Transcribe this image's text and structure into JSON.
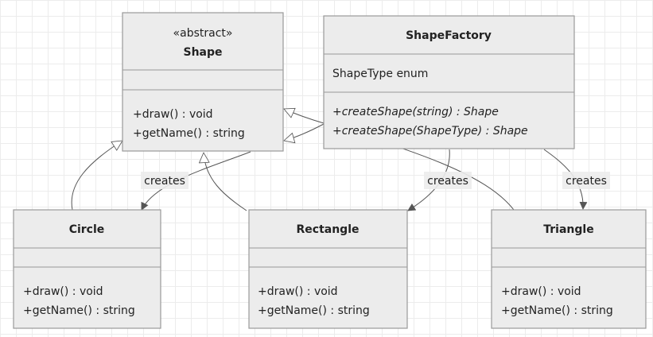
{
  "classes": {
    "shape": {
      "stereotype": "«abstract»",
      "name": "Shape",
      "methods": [
        "+draw() : void",
        "+getName() : string"
      ]
    },
    "factory": {
      "name": "ShapeFactory",
      "attributes": [
        "ShapeType enum"
      ],
      "methods": [
        "+createShape(string) : Shape",
        "+createShape(ShapeType) : Shape"
      ]
    },
    "circle": {
      "name": "Circle",
      "methods": [
        "+draw() : void",
        "+getName() : string"
      ]
    },
    "rectangle": {
      "name": "Rectangle",
      "methods": [
        "+draw() : void",
        "+getName() : string"
      ]
    },
    "triangle": {
      "name": "Triangle",
      "methods": [
        "+draw() : void",
        "+getName() : string"
      ]
    }
  },
  "relations": {
    "creates_circle": "creates",
    "creates_rectangle": "creates",
    "creates_triangle": "creates"
  },
  "colors": {
    "box_fill": "#ececec",
    "box_stroke": "#999999",
    "edge": "#555555"
  }
}
